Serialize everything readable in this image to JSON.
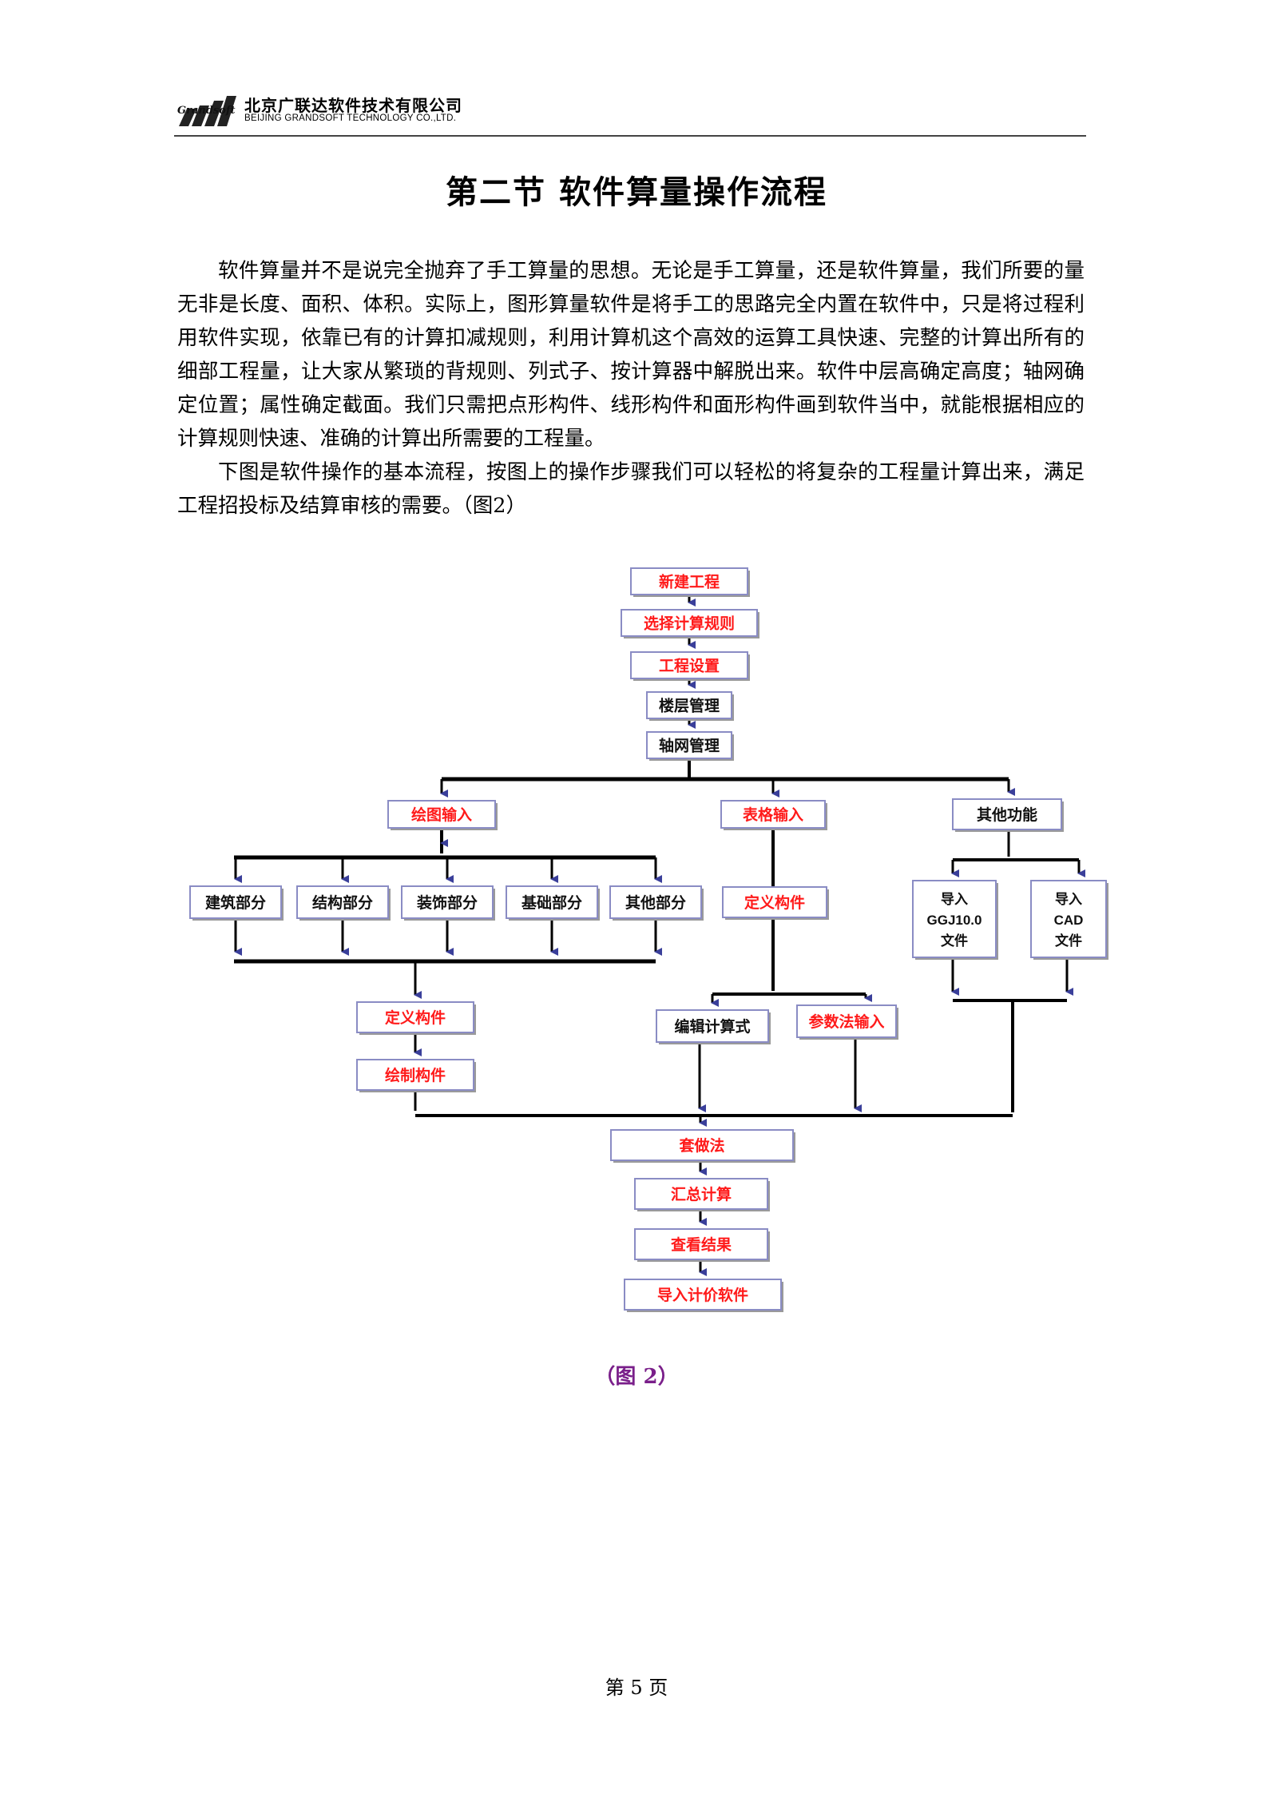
{
  "header": {
    "logo_text": "Grandsoft",
    "company_cn": "北京广联达软件技术有限公司",
    "company_en": "BEIJING GRANDSOFT TECHNOLOGY CO.,LTD."
  },
  "title": "第二节 软件算量操作流程",
  "paragraphs": [
    "软件算量并不是说完全抛弃了手工算量的思想。无论是手工算量，还是软件算量，我们所要的量无非是长度、面积、体积。实际上，图形算量软件是将手工的思路完全内置在软件中，只是将过程利用软件实现，依靠已有的计算扣减规则，利用计算机这个高效的运算工具快速、完整的计算出所有的细部工程量，让大家从繁琐的背规则、列式子、按计算器中解脱出来。软件中层高确定高度；轴网确定位置；属性确定截面。我们只需把点形构件、线形构件和面形构件画到软件当中，就能根据相应的计算规则快速、准确的计算出所需要的工程量。",
    "下图是软件操作的基本流程，按图上的操作步骤我们可以轻松的将复杂的工程量计算出来，满足工程招投标及结算审核的需要。（图2）"
  ],
  "flowchart": {
    "colors": {
      "red_text": "#ff1a1a",
      "black_text": "#111111",
      "box_border": "#8a8cc4",
      "arrow": "#3a3f9a",
      "line": "#000000"
    },
    "nodes": {
      "new_project": "新建工程",
      "select_rules": "选择计算规则",
      "project_settings": "工程设置",
      "floor_mgmt": "楼层管理",
      "axis_mgmt": "轴网管理",
      "drawing_input": "绘图输入",
      "table_input": "表格输入",
      "other_functions": "其他功能",
      "architecture": "建筑部分",
      "structure": "结构部分",
      "decoration": "装饰部分",
      "foundation": "基础部分",
      "others": "其他部分",
      "define_component_table": "定义构件",
      "import_ggj_1": "导入",
      "import_ggj_2": "GGJ10.0",
      "import_ggj_3": "文件",
      "import_cad_1": "导入",
      "import_cad_2": "CAD",
      "import_cad_3": "文件",
      "define_component_draw": "定义构件",
      "draw_component": "绘制构件",
      "edit_formula": "编辑计算式",
      "param_input": "参数法输入",
      "apply_method": "套做法",
      "summary_calc": "汇总计算",
      "view_results": "查看结果",
      "import_pricing": "导入计价软件"
    }
  },
  "figure_caption": "（图 2）",
  "page_number": "第 5 页"
}
